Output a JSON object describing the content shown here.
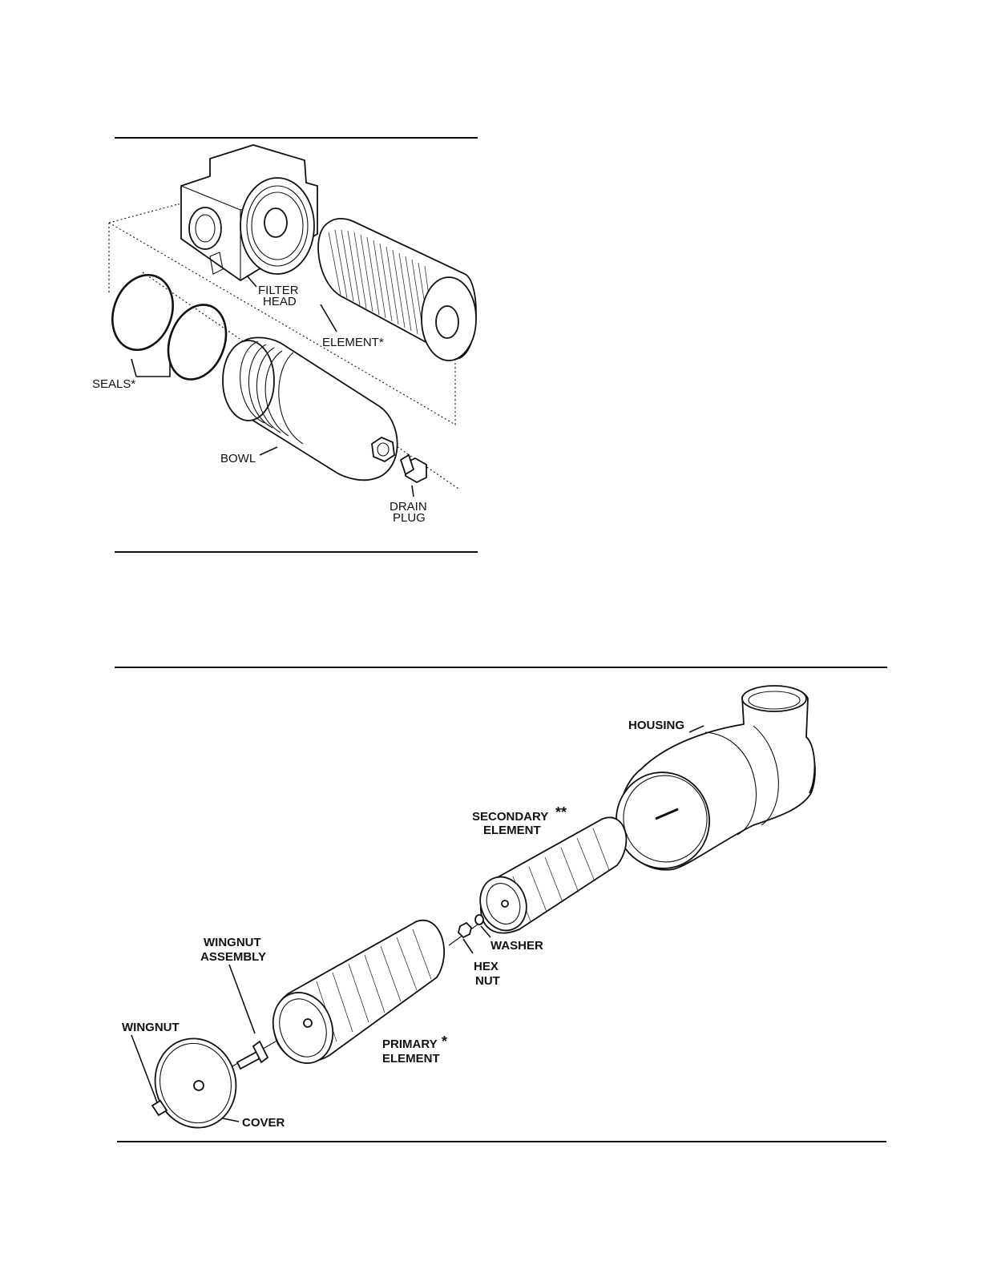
{
  "figure1": {
    "labels": {
      "filter_head_1": "FILTER",
      "filter_head_2": "HEAD",
      "element": "ELEMENT*",
      "seals": "SEALS*",
      "bowl": "BOWL",
      "drain_plug_1": "DRAIN",
      "drain_plug_2": "PLUG"
    }
  },
  "figure2": {
    "labels": {
      "housing": "HOUSING",
      "secondary_1": "SECONDARY",
      "secondary_star": "**",
      "secondary_2": "ELEMENT",
      "washer": "WASHER",
      "hex_nut_1": "HEX",
      "hex_nut_2": "NUT",
      "wingnut_assembly_1": "WINGNUT",
      "wingnut_assembly_2": "ASSEMBLY",
      "primary_1": "PRIMARY",
      "primary_star": "*",
      "primary_2": "ELEMENT",
      "wingnut": "WINGNUT",
      "cover": "COVER"
    }
  }
}
